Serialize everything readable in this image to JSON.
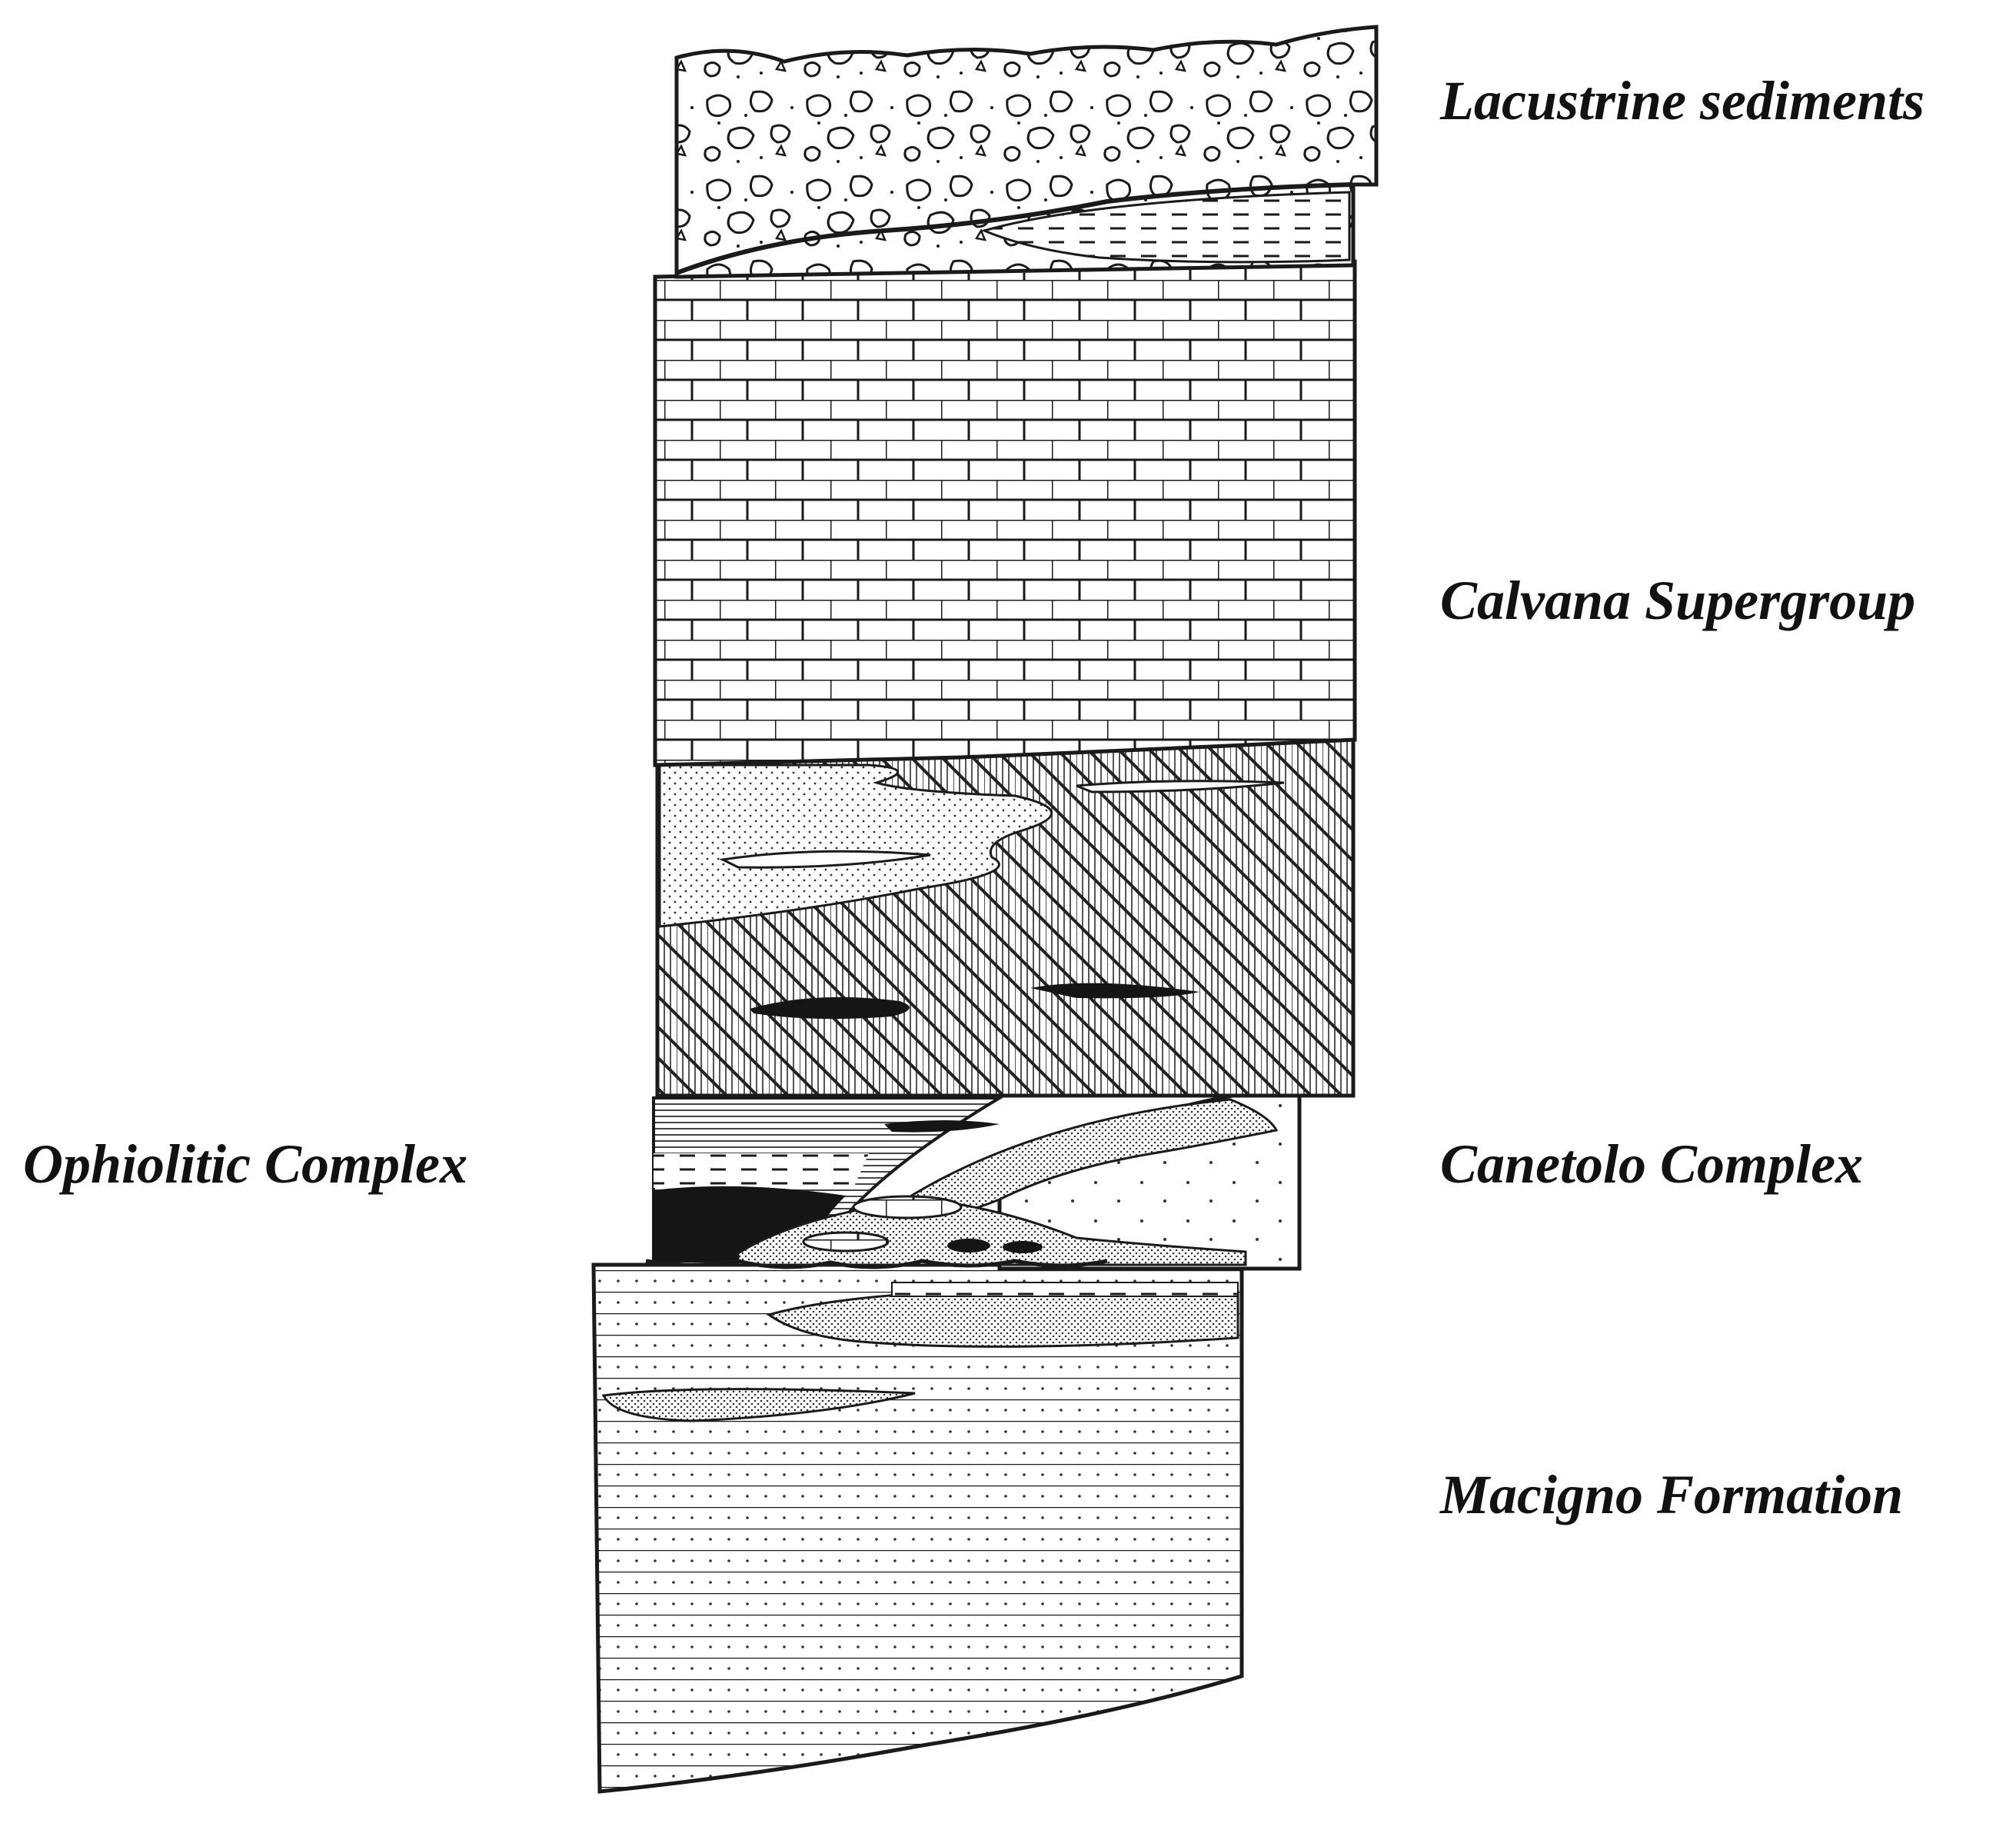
{
  "labels": {
    "lacustrine": "Lacustrine sediments",
    "calvana": "Calvana Supergroup",
    "ophiolitic": "Ophiolitic Complex",
    "canetolo": "Canetolo Complex",
    "macigno": "Macigno Formation"
  },
  "colors": {
    "ink": "#1a1a1a",
    "paper": "#ffffff",
    "shade": "#c9c9c9",
    "dark": "#151515"
  }
}
